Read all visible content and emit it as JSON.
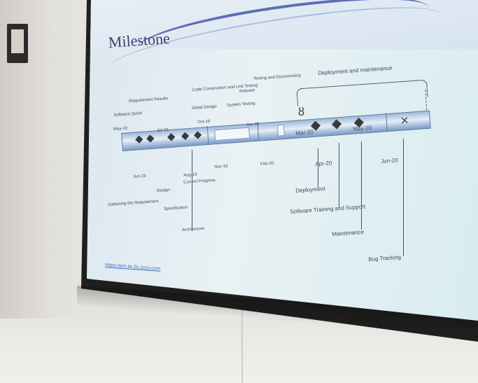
{
  "slide": {
    "title": "Milestone",
    "link": "https://pm.ta-2u.zzzy.com"
  },
  "timeline_labels": {
    "gathering": "Gathering the Requirement",
    "software_quick": "Software Quick",
    "requirement_results": "Requirement Results",
    "design": "Design",
    "current_progress": "Current Progress",
    "specification": "Specification",
    "architecture": "Architecture",
    "code_construction": "Code Construction and Unit Testing",
    "detail_design": "Detail Design",
    "system_testing": "System Testing",
    "release": "Release",
    "testing_documenting": "Testing and Documenting",
    "deployment_maintenance": "Deployment and maintenance",
    "deployment": "Deployment",
    "software_training": "Software Training and Support",
    "maintenance": "Maintenance",
    "bug_tracking": "Bug Tracking"
  },
  "dates": {
    "mar20": "Mar-20",
    "may20": "May-20",
    "apr20": "Apr-20",
    "jun20": "Jun-20",
    "feb20": "Feb-20",
    "jan20": "Jan-20",
    "nov19": "Nov-19",
    "oct19": "Oct-19",
    "jul19": "Jul-19",
    "aug19": "Aug-19",
    "may19": "May-19",
    "jun19": "Jun-19"
  },
  "colors": {
    "timeline_blue": "#9fb8d8",
    "title_color": "#3e3e6a",
    "link_color": "#3f6fbd"
  }
}
